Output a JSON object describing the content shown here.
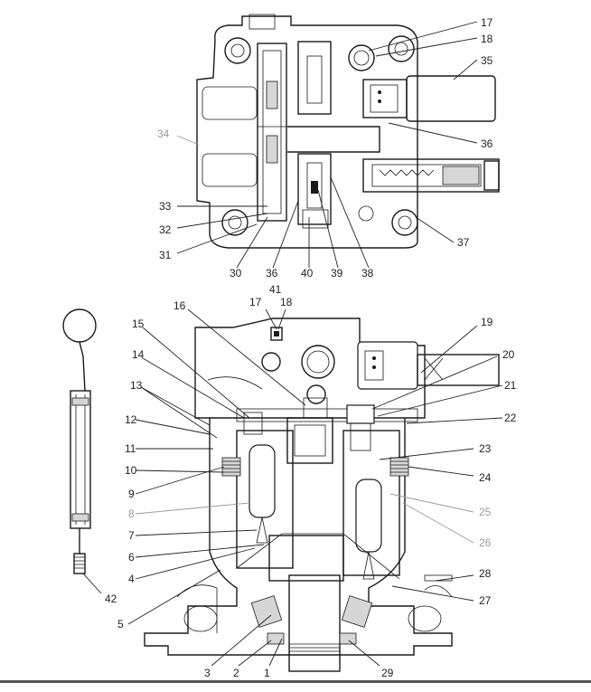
{
  "figure": {
    "top_view_labels": [
      {
        "id": "17",
        "text": "17"
      },
      {
        "id": "18",
        "text": "18"
      },
      {
        "id": "35",
        "text": "35"
      },
      {
        "id": "34",
        "text": "34",
        "faint": true
      },
      {
        "id": "36a",
        "text": "36"
      },
      {
        "id": "33",
        "text": "33"
      },
      {
        "id": "32",
        "text": "32"
      },
      {
        "id": "31",
        "text": "31"
      },
      {
        "id": "37",
        "text": "37"
      },
      {
        "id": "30",
        "text": "30"
      },
      {
        "id": "36b",
        "text": "36"
      },
      {
        "id": "40",
        "text": "40"
      },
      {
        "id": "39",
        "text": "39"
      },
      {
        "id": "38",
        "text": "38"
      }
    ],
    "section_view_labels": [
      {
        "id": "41",
        "text": "41"
      },
      {
        "id": "17s",
        "text": "17"
      },
      {
        "id": "18s",
        "text": "18"
      },
      {
        "id": "16",
        "text": "16"
      },
      {
        "id": "15",
        "text": "15"
      },
      {
        "id": "19",
        "text": "19"
      },
      {
        "id": "20",
        "text": "20"
      },
      {
        "id": "14",
        "text": "14"
      },
      {
        "id": "21",
        "text": "21"
      },
      {
        "id": "13",
        "text": "13"
      },
      {
        "id": "22",
        "text": "22"
      },
      {
        "id": "12",
        "text": "12"
      },
      {
        "id": "11",
        "text": "11"
      },
      {
        "id": "23",
        "text": "23"
      },
      {
        "id": "10",
        "text": "10"
      },
      {
        "id": "24",
        "text": "24"
      },
      {
        "id": "9",
        "text": "9"
      },
      {
        "id": "8",
        "text": "8",
        "faint": true
      },
      {
        "id": "25",
        "text": "25",
        "faint": true
      },
      {
        "id": "7",
        "text": "7"
      },
      {
        "id": "26",
        "text": "26",
        "faint": true
      },
      {
        "id": "6",
        "text": "6"
      },
      {
        "id": "4",
        "text": "4"
      },
      {
        "id": "28",
        "text": "28"
      },
      {
        "id": "5",
        "text": "5"
      },
      {
        "id": "27",
        "text": "27"
      },
      {
        "id": "3",
        "text": "3"
      },
      {
        "id": "2",
        "text": "2"
      },
      {
        "id": "1",
        "text": "1"
      },
      {
        "id": "29",
        "text": "29"
      }
    ],
    "dipstick_labels": [
      {
        "id": "42",
        "text": "42"
      }
    ]
  }
}
